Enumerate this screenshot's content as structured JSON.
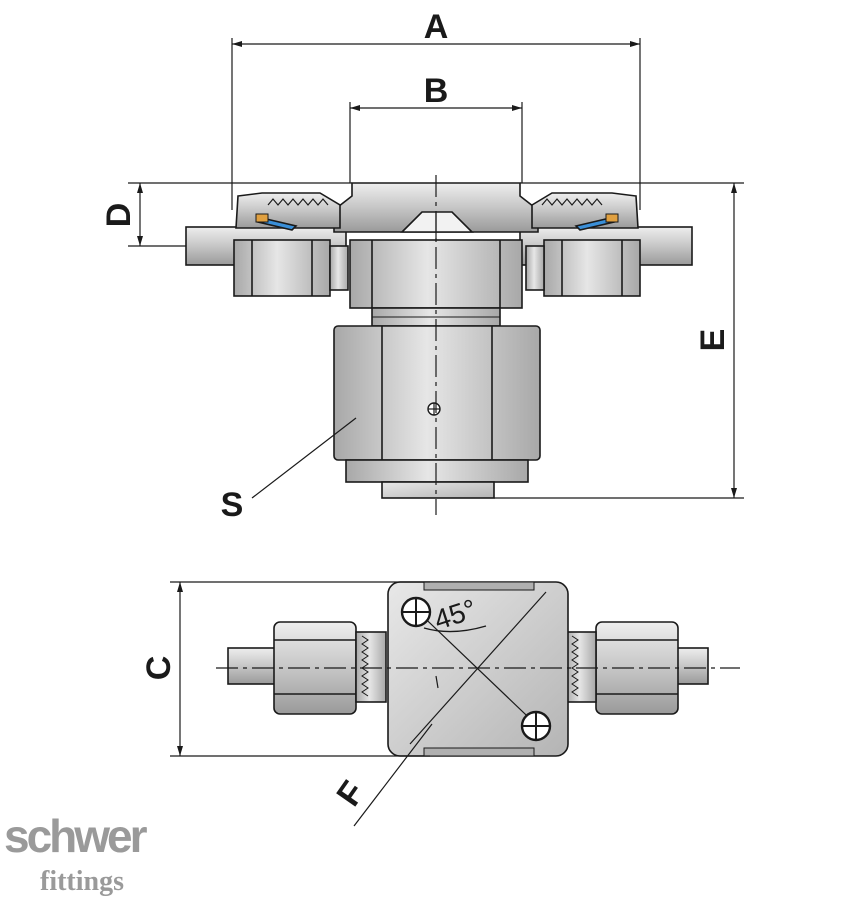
{
  "labels": {
    "A": "A",
    "B": "B",
    "C": "C",
    "D": "D",
    "E": "E",
    "F": "F",
    "S": "S",
    "angle": "45°"
  },
  "brand": {
    "line1": "schwer",
    "line2": "fittings"
  },
  "colors": {
    "metal_light": "#dedede",
    "metal_mid": "#c2c2c2",
    "metal_dark": "#9c9c9c",
    "outline": "#1a1a1a",
    "seal_blue": "#3a8fd8",
    "brand_gray": "#9a9a9a"
  }
}
